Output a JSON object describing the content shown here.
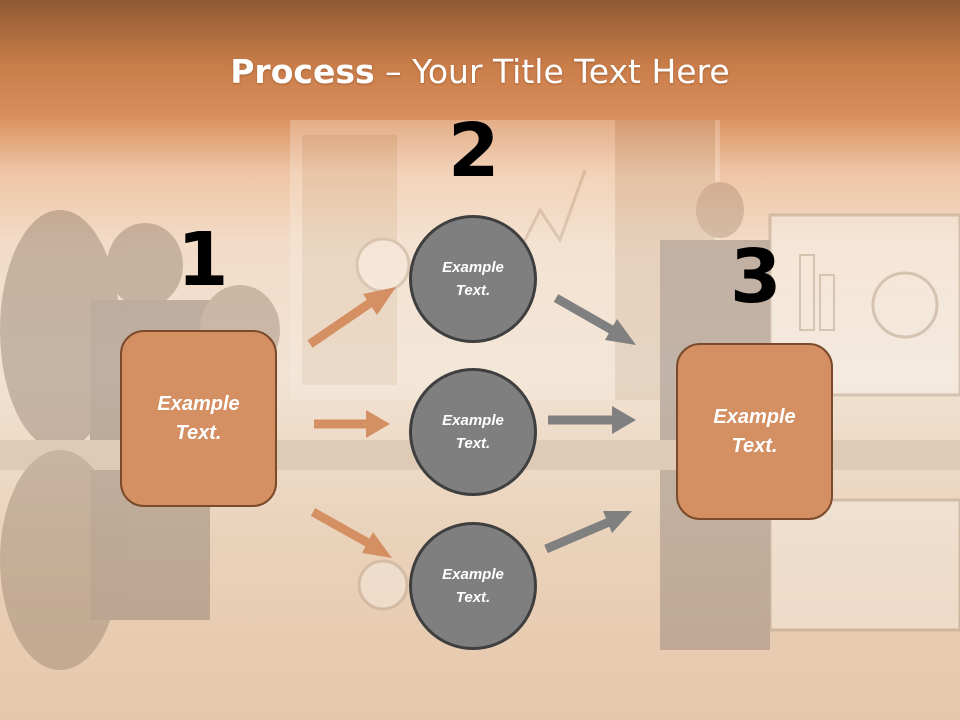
{
  "slide": {
    "title_bold": "Process",
    "title_rest": " – Your Title Text Here"
  },
  "steps": [
    {
      "number": "1",
      "text": "Example\nText."
    },
    {
      "number": "2",
      "text": "Example\nText."
    },
    {
      "number": "3",
      "text": "Example\nText."
    }
  ],
  "circles": [
    {
      "text": "Example\nText."
    },
    {
      "text": "Example\nText."
    },
    {
      "text": "Example\nText."
    }
  ],
  "colors": {
    "box_fill": "#d48f62",
    "box_border": "#7a4a2a",
    "circle_fill": "#7f7f7f",
    "circle_border": "#3f3f3f",
    "orange_arrow": "#d48f62",
    "gray_arrow": "#808080",
    "header": "#c97d49"
  },
  "icons": [
    "right-arrow-icon"
  ]
}
